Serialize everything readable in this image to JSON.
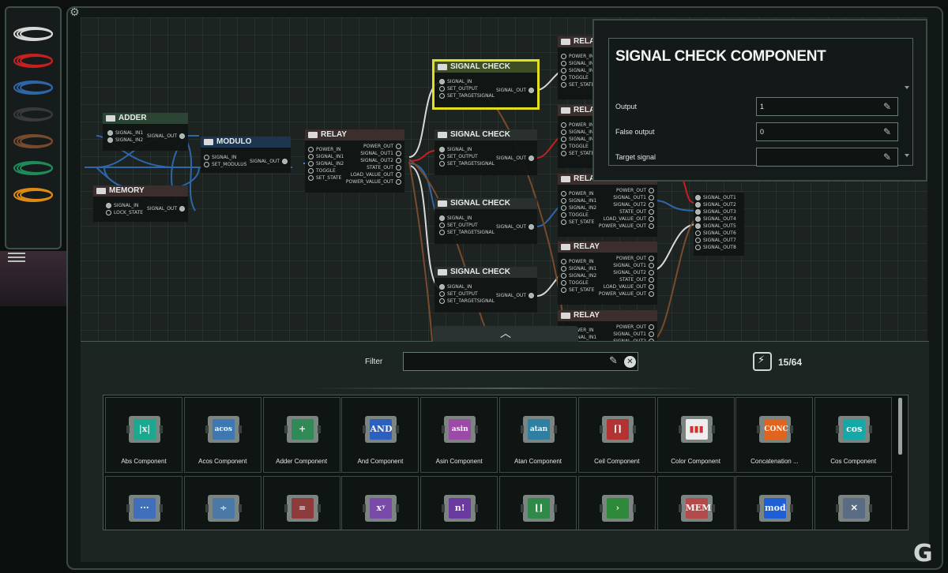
{
  "wire_palette": {
    "wires": [
      {
        "name": "white-wire",
        "color": "#d8d8d8"
      },
      {
        "name": "red-wire",
        "color": "#c62020"
      },
      {
        "name": "blue-wire",
        "color": "#2f66a8"
      },
      {
        "name": "black-wire",
        "color": "#3a3a3a"
      },
      {
        "name": "brown-wire",
        "color": "#7a4a2c"
      },
      {
        "name": "green-wire",
        "color": "#1f8a5a"
      },
      {
        "name": "orange-wire",
        "color": "#e08a16"
      }
    ]
  },
  "nodes": {
    "adder": {
      "title": "ADDER",
      "in1": "SIGNAL_IN1",
      "in2": "SIGNAL_IN2",
      "out": "SIGNAL_OUT"
    },
    "modulo": {
      "title": "MODULO",
      "in1": "SIGNAL_IN",
      "in2": "SET_MODULUS",
      "out": "SIGNAL_OUT"
    },
    "memory": {
      "title": "MEMORY",
      "in1": "SIGNAL_IN",
      "in2": "LOCK_STATE",
      "out": "SIGNAL_OUT"
    },
    "relay_main": {
      "title": "RELAY",
      "inputs": [
        "POWER_IN",
        "SIGNAL_IN1",
        "SIGNAL_IN2",
        "TOGGLE",
        "SET_STATE"
      ],
      "outputs": [
        "POWER_OUT",
        "SIGNAL_OUT1",
        "SIGNAL_OUT2",
        "STATE_OUT",
        "LOAD_VALUE_OUT",
        "POWER_VALUE_OUT"
      ]
    },
    "signal_check": {
      "title": "SIGNAL CHECK",
      "inputs": [
        "SIGNAL_IN",
        "SET_OUTPUT",
        "SET_TARGETSIGNAL"
      ],
      "out": "SIGNAL_OUT"
    },
    "relay_right": {
      "title": "RELAY",
      "inputs": [
        "POWER_IN",
        "SIGNAL_IN1",
        "SIGNAL_IN2",
        "TOGGLE",
        "SET_STATE"
      ],
      "outputs": [
        "POWER_OUT",
        "SIGNAL_OUT1",
        "SIGNAL_OUT2",
        "STATE_OUT",
        "LOAD_VALUE_OUT",
        "POWER_VALUE_OUT"
      ],
      "input_clipped": "SET_STAT",
      "input_clipped2": "SIGNAL_II",
      "input_clipped3": "POWER_IN",
      "input_clipped4": "SIGNAL_IN",
      "input_clipped5": "WER_IN",
      "output_clipped": "SIGNAL_OUT1"
    },
    "terminal_outputs": [
      "SIGNAL_OUT1",
      "SIGNAL_OUT2",
      "SIGNAL_OUT3",
      "SIGNAL_OUT4",
      "SIGNAL_OUT5",
      "SIGNAL_OUT6",
      "SIGNAL_OUT7",
      "SIGNAL_OUT8"
    ]
  },
  "properties": {
    "title": "SIGNAL CHECK COMPONENT",
    "rows": [
      {
        "label": "Output",
        "value": "1"
      },
      {
        "label": "False output",
        "value": "0"
      },
      {
        "label": "Target signal",
        "value": ""
      }
    ]
  },
  "bottom": {
    "filter_label": "Filter",
    "filter_value": "",
    "counter": "15/64",
    "components": [
      {
        "label": "Abs Component",
        "glyph": "|x|",
        "color": "#1aa88f"
      },
      {
        "label": "Acos Component",
        "glyph": "acos",
        "color": "#3d78b3"
      },
      {
        "label": "Adder Component",
        "glyph": "+",
        "color": "#2f8a55"
      },
      {
        "label": "And Component",
        "glyph": "AND",
        "color": "#2d5fbe"
      },
      {
        "label": "Asin Component",
        "glyph": "asin",
        "color": "#9b4ba5"
      },
      {
        "label": "Atan Component",
        "glyph": "atan",
        "color": "#2f7fa3"
      },
      {
        "label": "Ceil Component",
        "glyph": "⌈⌉",
        "color": "#b33333"
      },
      {
        "label": "Color Component",
        "glyph": "▮▮▮",
        "color": "#eeeeee"
      },
      {
        "label": "Concatenation ...",
        "glyph": "CONC",
        "color": "#e0631e"
      },
      {
        "label": "Cos Component",
        "glyph": "cos",
        "color": "#16a7a7"
      },
      {
        "label": "",
        "glyph": "···",
        "color": "#3f6fb8"
      },
      {
        "label": "",
        "glyph": "÷",
        "color": "#4a79a8"
      },
      {
        "label": "",
        "glyph": "=",
        "color": "#8d3b3b"
      },
      {
        "label": "",
        "glyph": "xʸ",
        "color": "#7a4aa8"
      },
      {
        "label": "",
        "glyph": "n!",
        "color": "#6b3aa0"
      },
      {
        "label": "",
        "glyph": "⌊⌋",
        "color": "#2f8a4a"
      },
      {
        "label": "",
        "glyph": "›",
        "color": "#2e8a3a"
      },
      {
        "label": "",
        "glyph": "MEM",
        "color": "#b34a4a"
      },
      {
        "label": "",
        "glyph": "mod",
        "color": "#1f5fd6"
      },
      {
        "label": "",
        "glyph": "✕",
        "color": "#5a6c84"
      }
    ]
  }
}
